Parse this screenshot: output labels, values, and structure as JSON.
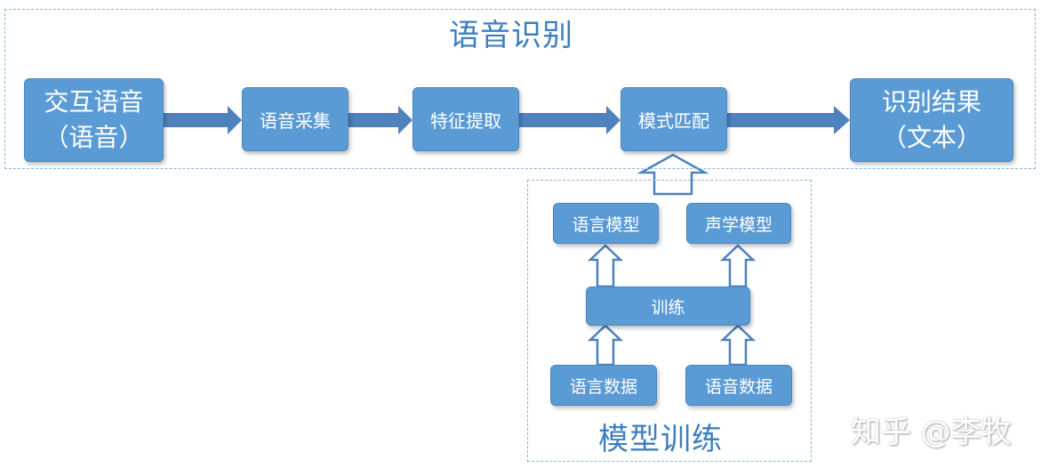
{
  "speech_recognition": {
    "title": "语音识别",
    "input_box": {
      "line1": "交互语音",
      "line2": "（语音）"
    },
    "steps": [
      "语音采集",
      "特征提取",
      "模式匹配"
    ],
    "output_box": {
      "line1": "识别结果",
      "line2": "（文本）"
    }
  },
  "model_training": {
    "title": "模型训练",
    "models": [
      "语言模型",
      "声学模型"
    ],
    "training": "训练",
    "data": [
      "语言数据",
      "语音数据"
    ]
  },
  "watermark": "知乎 @李牧",
  "colors": {
    "box_fill": "#5b9bd5",
    "box_border": "#4a86c0",
    "arrow_fill": "#4f81bd",
    "frame_border": "#8db3d6",
    "title_text": "#3d7fc0"
  }
}
